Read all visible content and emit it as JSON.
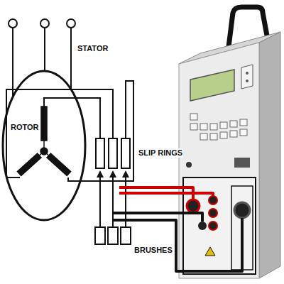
{
  "diagram": {
    "labels": [
      "STATOR",
      "ROTOR",
      "SLIP RINGS",
      "BRUSHES"
    ]
  }
}
